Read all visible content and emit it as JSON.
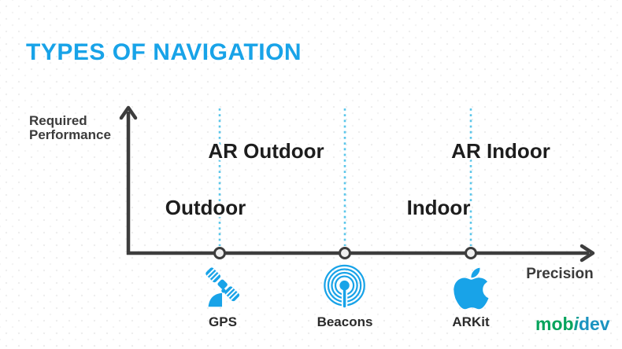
{
  "title": "TYPES OF NAVIGATION",
  "colors": {
    "accent_blue": "#18a3e8",
    "axis_gray": "#3d3d3d",
    "dotted_guide_blue": "#5bc6ea",
    "text_dark": "#1d1d1d",
    "logo_green": "#05a45c",
    "logo_teal": "#0f9d93",
    "logo_blue": "#1b93c0"
  },
  "chart": {
    "y_axis_label": [
      "Required",
      "Performance"
    ],
    "x_axis_label": "Precision",
    "zones": [
      {
        "text": "AR Outdoor"
      },
      {
        "text": "Outdoor"
      },
      {
        "text": "AR Indoor"
      },
      {
        "text": "Indoor"
      }
    ],
    "ticks": [
      {
        "label": "GPS",
        "icon": "satellite-icon"
      },
      {
        "label": "Beacons",
        "icon": "beacon-icon"
      },
      {
        "label": "ARKit",
        "icon": "apple-icon"
      }
    ]
  },
  "logo": {
    "part1": "mob",
    "part2": "i",
    "part3": "dev"
  }
}
